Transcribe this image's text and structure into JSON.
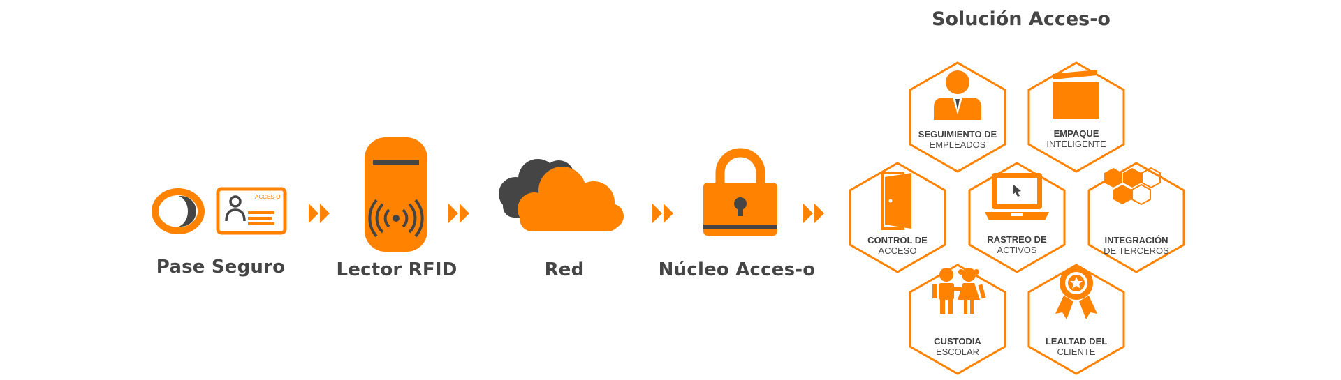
{
  "colors": {
    "accent": "#ff8200",
    "dark": "#454545",
    "background": "#ffffff"
  },
  "title": "Solución Acces-o",
  "flow": [
    {
      "label": "Pase Seguro",
      "icon": "access-card-icon"
    },
    {
      "label": "Lector RFID",
      "icon": "rfid-reader-icon"
    },
    {
      "label": "Red",
      "icon": "cloud-network-icon"
    },
    {
      "label": "Núcleo Acces-o",
      "icon": "padlock-icon"
    }
  ],
  "card_brand": "ACCES-O",
  "arrows": [
    "double-chevron-icon",
    "double-chevron-icon",
    "double-chevron-icon",
    "double-chevron-icon"
  ],
  "solutions": [
    {
      "line1": "SEGUIMIENTO DE",
      "line2": "EMPLEADOS",
      "icon": "employee-icon"
    },
    {
      "line1": "EMPAQUE",
      "line2": "INTELIGENTE",
      "icon": "package-icon"
    },
    {
      "line1": "CONTROL DE",
      "line2": "ACCESO",
      "icon": "door-icon"
    },
    {
      "line1": "RASTREO DE",
      "line2": "ACTIVOS",
      "icon": "laptop-icon"
    },
    {
      "line1": "INTEGRACIÓN",
      "line2": "DE TERCEROS",
      "icon": "hexagons-icon"
    },
    {
      "line1": "CUSTODIA",
      "line2": "ESCOLAR",
      "icon": "children-icon"
    },
    {
      "line1": "LEALTAD DEL",
      "line2": "CLIENTE",
      "icon": "award-badge-icon"
    }
  ]
}
